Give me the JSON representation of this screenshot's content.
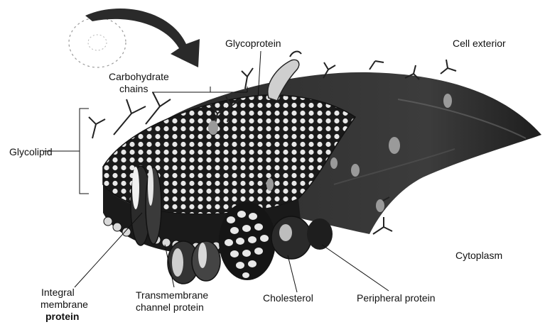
{
  "labels": {
    "glycoprotein": "Glycoprotein",
    "cell_exterior": "Cell exterior",
    "carbohydrate_1": "Carbohydrate",
    "carbohydrate_2": "chains",
    "glycolipid": "Glycolipid",
    "cytoplasm": "Cytoplasm",
    "integral_1": "Integral",
    "integral_2": "membrane",
    "integral_3": "protein",
    "transmembrane_1": "Transmembrane",
    "transmembrane_2": "channel protein",
    "cholesterol": "Cholesterol",
    "peripheral": "Peripheral protein"
  }
}
